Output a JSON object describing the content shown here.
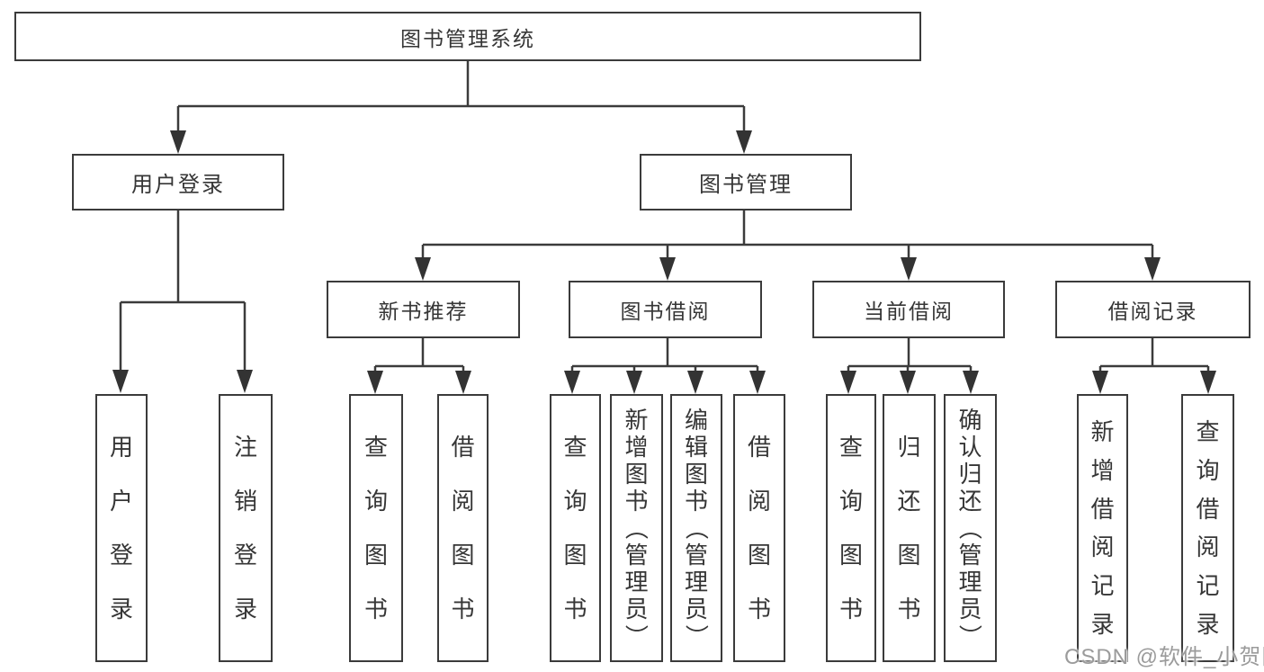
{
  "root": {
    "label": "图书管理系统"
  },
  "branches": {
    "user_login": {
      "label": "用户登录"
    },
    "book_mgmt": {
      "label": "图书管理"
    },
    "new_books": {
      "label": "新书推荐"
    },
    "book_borrow": {
      "label": "图书借阅"
    },
    "current_borrow": {
      "label": "当前借阅"
    },
    "borrow_records": {
      "label": "借阅记录"
    }
  },
  "leaves": [
    {
      "name": "user-login",
      "parent": "user_login",
      "label": "用户登录"
    },
    {
      "name": "logout",
      "parent": "user_login",
      "label": "注销登录"
    },
    {
      "name": "newbooks-query-books",
      "parent": "new_books",
      "label": "查询图书"
    },
    {
      "name": "newbooks-borrow-books",
      "parent": "new_books",
      "label": "借阅图书"
    },
    {
      "name": "borrow-query-books",
      "parent": "book_borrow",
      "label": "查询图书"
    },
    {
      "name": "borrow-add-books-admin",
      "parent": "book_borrow",
      "label": "新增图书（管理员）"
    },
    {
      "name": "borrow-edit-books-admin",
      "parent": "book_borrow",
      "label": "编辑图书（管理员）"
    },
    {
      "name": "borrow-borrow-books",
      "parent": "book_borrow",
      "label": "借阅图书"
    },
    {
      "name": "current-query-books",
      "parent": "current_borrow",
      "label": "查询图书"
    },
    {
      "name": "current-return-books",
      "parent": "current_borrow",
      "label": "归还图书"
    },
    {
      "name": "current-confirm-return-admin",
      "parent": "current_borrow",
      "label": "确认归还（管理员）"
    },
    {
      "name": "records-add-borrow-record",
      "parent": "borrow_records",
      "label": "新增借阅记录"
    },
    {
      "name": "records-query-borrow-record",
      "parent": "borrow_records",
      "label": "查询借阅记录"
    }
  ],
  "watermark": {
    "text": "CSDN @软件_小贺同学"
  },
  "colors": {
    "line": "#3b3b3b",
    "text": "#363636",
    "background": "#ffffff",
    "watermark": "#9b9b9b"
  }
}
